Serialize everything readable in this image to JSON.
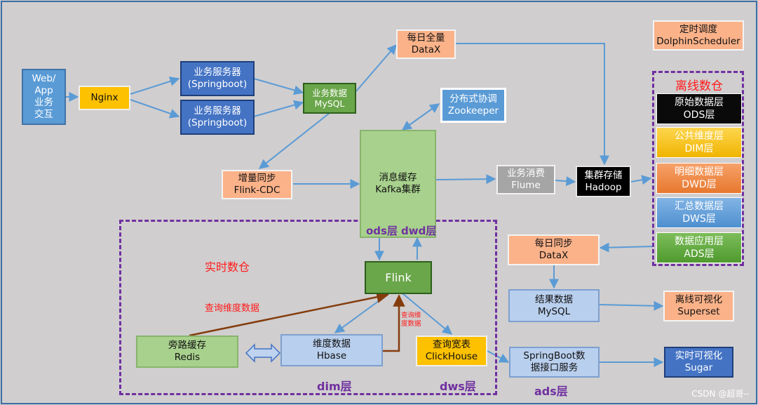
{
  "nodes": {
    "web": [
      "Web/",
      "App",
      "业务",
      "交互"
    ],
    "nginx": [
      "Nginx"
    ],
    "server1": [
      "业务服务器",
      "(Springboot)"
    ],
    "server2": [
      "业务服务器",
      "(Springboot)"
    ],
    "mysql_business": [
      "业务数据",
      "MySQL"
    ],
    "datax_full": [
      "每日全量",
      "DataX"
    ],
    "zookeeper": [
      "分布式协调",
      "Zookeeper"
    ],
    "scheduler": [
      "定时调度",
      "DolphinScheduler"
    ],
    "flink_cdc": [
      "增量同步",
      "Flink-CDC"
    ],
    "kafka": [
      "消息缓存",
      "Kafka集群"
    ],
    "flume": [
      "业务消费",
      "Flume"
    ],
    "hadoop": [
      "集群存储",
      "Hadoop"
    ],
    "datax_sync": [
      "每日同步",
      "DataX"
    ],
    "flink": [
      "Flink"
    ],
    "mysql_result": [
      "结果数据",
      "MySQL"
    ],
    "superset": [
      "离线可视化",
      "Superset"
    ],
    "redis": [
      "旁路缓存",
      "Redis"
    ],
    "hbase": [
      "维度数据",
      "Hbase"
    ],
    "clickhouse": [
      "查询宽表",
      "ClickHouse"
    ],
    "springboot_api": [
      "SpringBoot数",
      "据接口服务"
    ],
    "sugar": [
      "实时可视化",
      "Sugar"
    ]
  },
  "offline_warehouse": {
    "title": "离线数仓",
    "layers": {
      "ods": [
        "原始数据层",
        "ODS层"
      ],
      "dim": [
        "公共维度层",
        "DIM层"
      ],
      "dwd": [
        "明细数据层",
        "DWD层"
      ],
      "dws": [
        "汇总数据层",
        "DWS层"
      ],
      "ads": [
        "数据应用层",
        "ADS层"
      ]
    }
  },
  "realtime_warehouse": {
    "title": "实时数仓",
    "query_dim_label": "查询维度数据",
    "query_dim_small": [
      "查询维",
      "度数据"
    ]
  },
  "labels": {
    "ods_layer": "ods层",
    "dwd_layer": "dwd层",
    "dim_layer": "dim层",
    "dws_layer": "dws层",
    "ads_layer": "ads层"
  },
  "watermark": "CSDN @超哥--",
  "colors": {
    "background": "#d0cecf",
    "arrow_blue": "#5b9bd5",
    "arrow_brown": "#843c0c",
    "dashed_border": "#7030a0",
    "title_red": "#ff1a1a"
  }
}
